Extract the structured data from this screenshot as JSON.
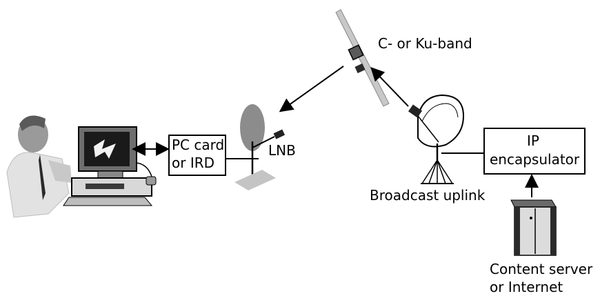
{
  "labels": {
    "satellite_band": "C- or Ku-band",
    "pc_card_line1": "PC card",
    "pc_card_line2": "or IRD",
    "lnb": "LNB",
    "ip_line1": "IP",
    "ip_line2": "encapsulator",
    "broadcast_uplink": "Broadcast uplink",
    "content_line1": "Content server",
    "content_line2": "or Internet"
  },
  "icons": [
    "user-at-computer-icon",
    "receive-dish-icon",
    "satellite-icon",
    "uplink-dish-icon",
    "server-cabinet-icon"
  ],
  "colors": {
    "line": "#000000",
    "fill_gray": "#8c8c8c",
    "light_gray": "#d0d0d0"
  }
}
